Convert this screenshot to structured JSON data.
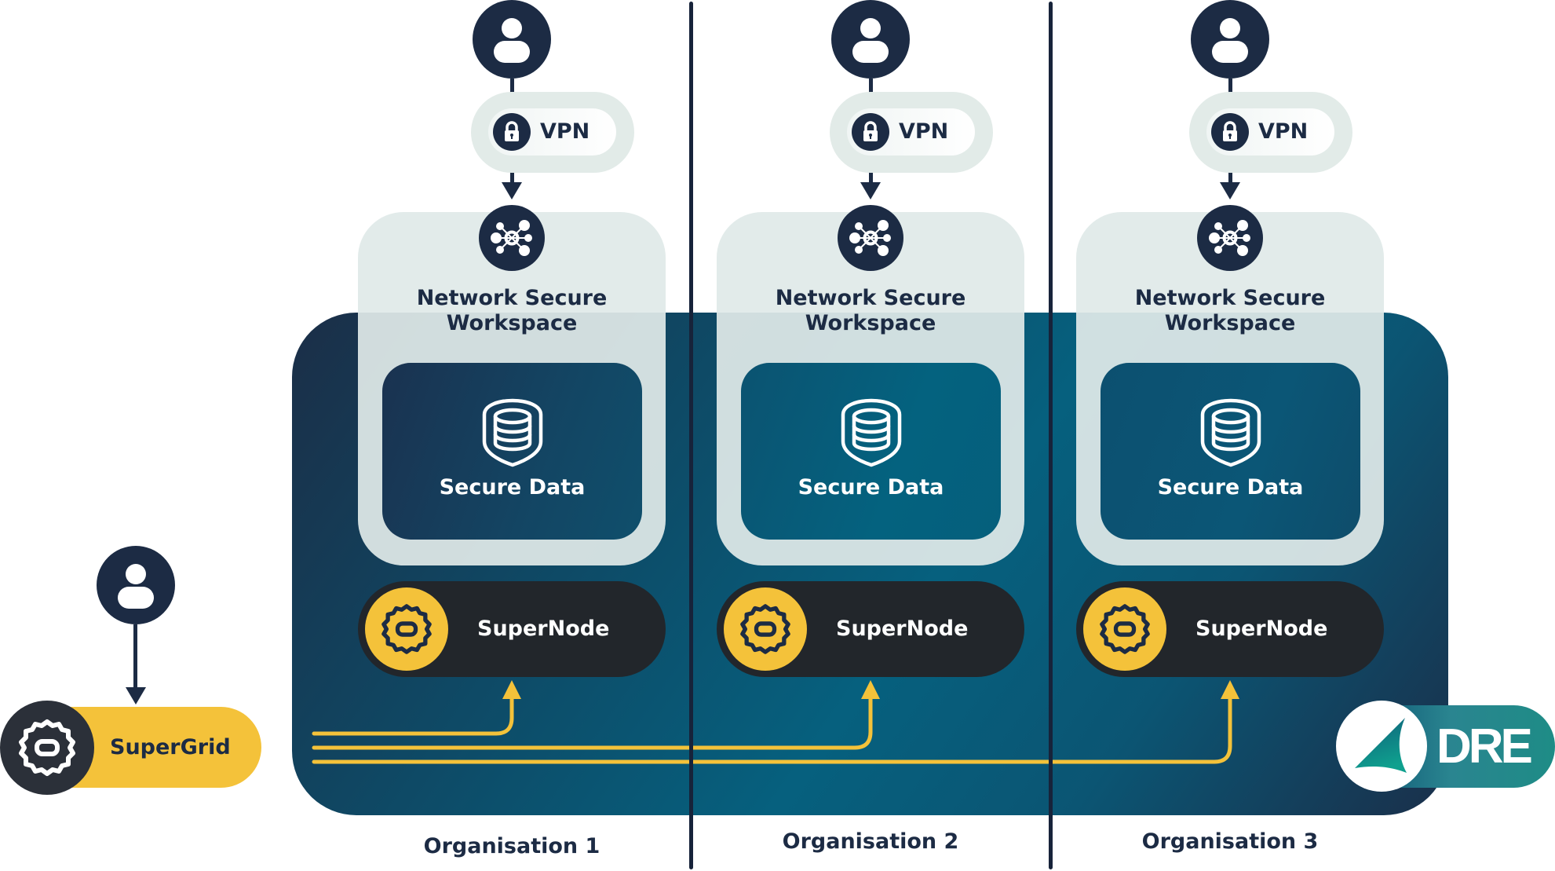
{
  "diagram": {
    "organisations": [
      {
        "label": "Organisation 1",
        "vpn_label": "VPN",
        "workspace_title_line1": "Network Secure",
        "workspace_title_line2": "Workspace",
        "secure_data_label": "Secure Data",
        "supernode_label": "SuperNode"
      },
      {
        "label": "Organisation 2",
        "vpn_label": "VPN",
        "workspace_title_line1": "Network Secure",
        "workspace_title_line2": "Workspace",
        "secure_data_label": "Secure Data",
        "supernode_label": "SuperNode"
      },
      {
        "label": "Organisation 3",
        "vpn_label": "VPN",
        "workspace_title_line1": "Network Secure",
        "workspace_title_line2": "Workspace",
        "secure_data_label": "Secure Data",
        "supernode_label": "SuperNode"
      }
    ],
    "supergrid": {
      "label": "SuperGrid",
      "icon": "gear-icon"
    },
    "logo": {
      "text": "DRE",
      "icon": "sail-icon"
    },
    "icons": {
      "user": "user-icon",
      "lock": "lock-icon",
      "network": "network-icon",
      "database": "database-shield-icon",
      "gear": "gear-icon"
    },
    "colors": {
      "navy": "#1c2b44",
      "yellow": "#f4c23a",
      "node_dark": "#22262b",
      "workspace_bg": "#e2ebe8",
      "teal": "#06607e",
      "dre_teal": "#1e8c86"
    }
  }
}
